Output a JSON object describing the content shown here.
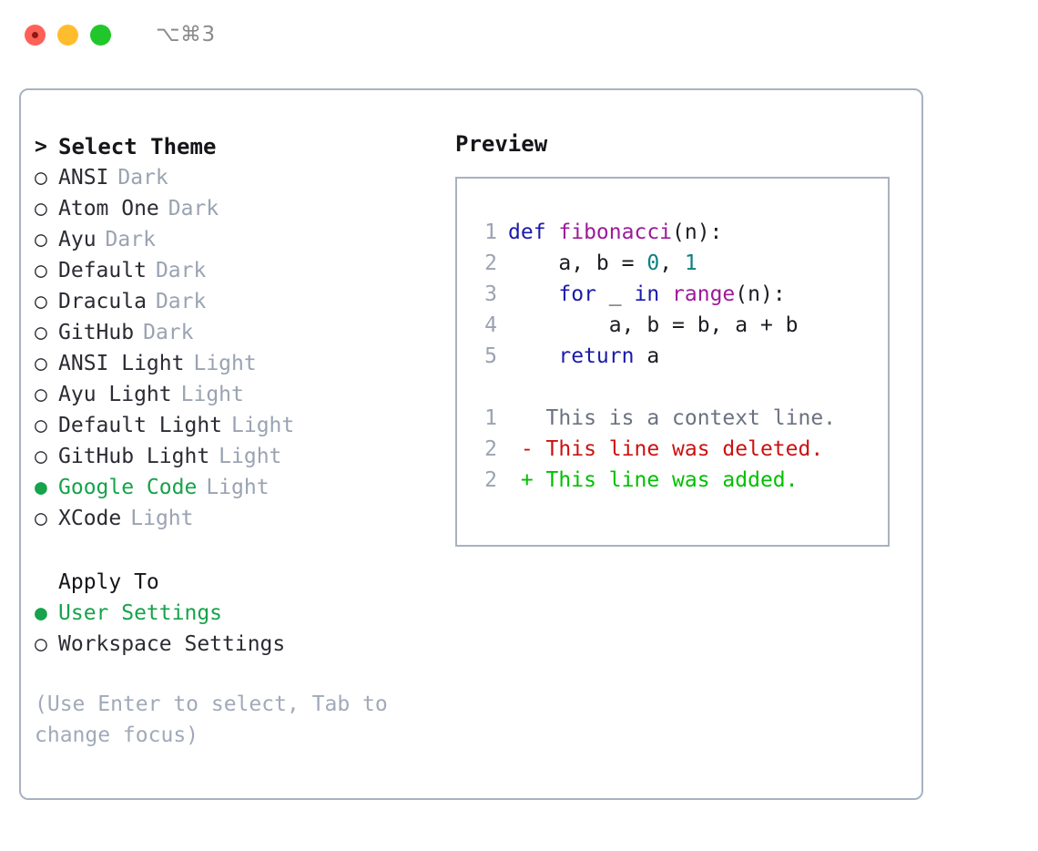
{
  "titlebar": {
    "shortcut": "⌥⌘3",
    "lights": [
      "close",
      "minimize",
      "zoom"
    ]
  },
  "theme_picker": {
    "header": "Select Theme",
    "header_marker": ">",
    "marker_unselected": "○",
    "marker_selected": "●",
    "items": [
      {
        "label": "ANSI",
        "tag": "Dark",
        "selected": false
      },
      {
        "label": "Atom One",
        "tag": "Dark",
        "selected": false
      },
      {
        "label": "Ayu",
        "tag": "Dark",
        "selected": false
      },
      {
        "label": "Default",
        "tag": "Dark",
        "selected": false
      },
      {
        "label": "Dracula",
        "tag": "Dark",
        "selected": false
      },
      {
        "label": "GitHub",
        "tag": "Dark",
        "selected": false
      },
      {
        "label": "ANSI Light",
        "tag": "Light",
        "selected": false
      },
      {
        "label": "Ayu Light",
        "tag": "Light",
        "selected": false
      },
      {
        "label": "Default Light",
        "tag": "Light",
        "selected": false
      },
      {
        "label": "GitHub Light",
        "tag": "Light",
        "selected": false
      },
      {
        "label": "Google Code",
        "tag": "Light",
        "selected": true
      },
      {
        "label": "XCode",
        "tag": "Light",
        "selected": false
      }
    ]
  },
  "apply_to": {
    "header": "Apply To",
    "options": [
      {
        "label": "User Settings",
        "selected": true
      },
      {
        "label": "Workspace Settings",
        "selected": false
      }
    ]
  },
  "hint": "(Use Enter to select, Tab to change focus)",
  "preview": {
    "title": "Preview",
    "code_lines": [
      {
        "num": "1",
        "tokens": [
          {
            "text": "def ",
            "type": "kw"
          },
          {
            "text": "fibonacci",
            "type": "fn"
          },
          {
            "text": "(n):",
            "type": "punc"
          }
        ]
      },
      {
        "num": "2",
        "tokens": [
          {
            "text": "    a, b = ",
            "type": "txt"
          },
          {
            "text": "0",
            "type": "num"
          },
          {
            "text": ", ",
            "type": "txt"
          },
          {
            "text": "1",
            "type": "num"
          }
        ]
      },
      {
        "num": "3",
        "tokens": [
          {
            "text": "    for ",
            "type": "kw"
          },
          {
            "text": "_ ",
            "type": "txt"
          },
          {
            "text": "in ",
            "type": "kw"
          },
          {
            "text": "range",
            "type": "fn"
          },
          {
            "text": "(n):",
            "type": "punc"
          }
        ]
      },
      {
        "num": "4",
        "tokens": [
          {
            "text": "        a, b = b, a + b",
            "type": "txt"
          }
        ]
      },
      {
        "num": "5",
        "tokens": [
          {
            "text": "    return ",
            "type": "kw"
          },
          {
            "text": "a",
            "type": "txt"
          }
        ]
      }
    ],
    "diff_lines": [
      {
        "num": "1",
        "sign": " ",
        "text": "This is a context line.",
        "type": "ctx"
      },
      {
        "num": "2",
        "sign": "-",
        "text": "This line was deleted.",
        "type": "del"
      },
      {
        "num": "2",
        "sign": "+",
        "text": "This line was added.",
        "type": "add"
      }
    ]
  },
  "colors": {
    "accent_green": "#16a34a",
    "border": "#a8b2c1",
    "muted": "#9aa3b2",
    "hint": "#a0aab8",
    "keyword": "#1a1aaa",
    "function": "#9c1a9c",
    "number": "#0d8080",
    "diff_delete": "#cc1111",
    "diff_add": "#00c000",
    "diff_context": "#6b7280",
    "light_red": "#ff6058",
    "light_yellow": "#ffbd2e",
    "light_green": "#21c72a"
  }
}
